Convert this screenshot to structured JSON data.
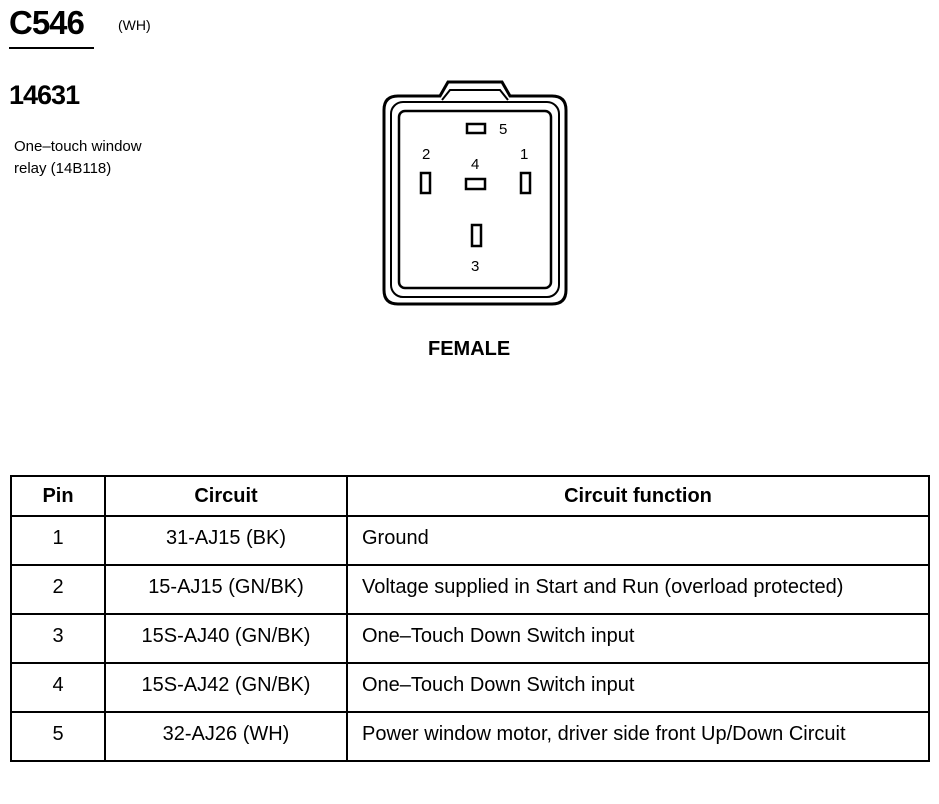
{
  "header": {
    "connector_id": "C546",
    "connector_color": "(WH)",
    "part_number": "14631",
    "description_line1": "One–touch window",
    "description_line2": "relay (14B118)"
  },
  "connector": {
    "view": "FEMALE",
    "pin_labels": [
      "5",
      "2",
      "4",
      "1",
      "3"
    ]
  },
  "table": {
    "headers": [
      "Pin",
      "Circuit",
      "Circuit function"
    ],
    "rows": [
      {
        "pin": "1",
        "circuit": "31-AJ15 (BK)",
        "function": "Ground"
      },
      {
        "pin": "2",
        "circuit": "15-AJ15 (GN/BK)",
        "function": "Voltage supplied in Start and Run (overload protected)"
      },
      {
        "pin": "3",
        "circuit": "15S-AJ40 (GN/BK)",
        "function": "One–Touch Down Switch input"
      },
      {
        "pin": "4",
        "circuit": "15S-AJ42 (GN/BK)",
        "function": "One–Touch Down Switch input"
      },
      {
        "pin": "5",
        "circuit": "32-AJ26 (WH)",
        "function": "Power window motor, driver side front  Up/Down Circuit"
      }
    ]
  }
}
